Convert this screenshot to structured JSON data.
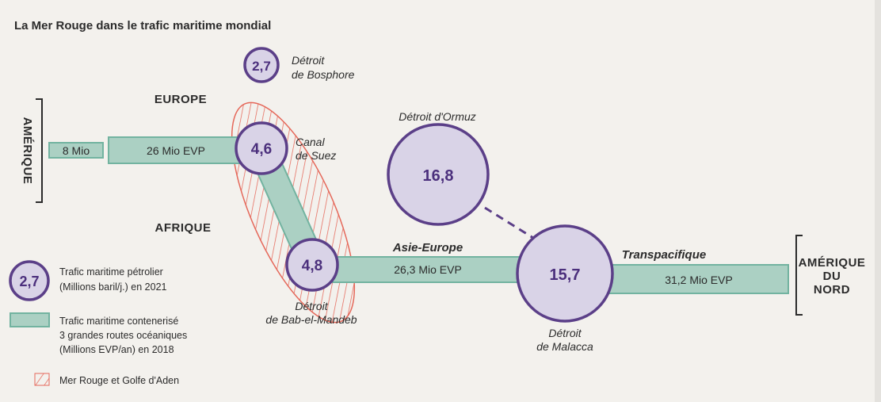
{
  "title": "La Mer Rouge dans le trafic maritime mondial",
  "regions": {
    "europe": "EUROPE",
    "afrique": "AFRIQUE",
    "amerique": "AMÉRIQUE",
    "amerique_nord": [
      "AMÉRIQUE",
      "DU",
      "NORD"
    ]
  },
  "straits": {
    "bosphore": {
      "value": "2,7",
      "label": [
        "Détroit",
        "de Bosphore"
      ]
    },
    "suez": {
      "value": "4,6",
      "label": [
        "Canal",
        "de Suez"
      ]
    },
    "bab": {
      "value": "4,8",
      "label": [
        "Détroit",
        "de Bab-el-Mandeb"
      ]
    },
    "ormuz": {
      "value": "16,8",
      "label": "Détroit d'Ormuz"
    },
    "malacca": {
      "value": "15,7",
      "label": [
        "Détroit",
        "de Malacca"
      ]
    }
  },
  "routes": {
    "amerique": "8 Mio",
    "europe": "26 Mio EVP",
    "asie_europe": {
      "name": "Asie-Europe",
      "value": "26,3 Mio EVP"
    },
    "transpacifique": {
      "name": "Transpacifique",
      "value": "31,2 Mio EVP"
    }
  },
  "legend": {
    "oil": {
      "sample": "2,7",
      "lines": [
        "Trafic maritime pétrolier",
        "(Millions baril/j.) en 2021"
      ]
    },
    "container": {
      "lines": [
        "Trafic maritime contenerisé",
        "3 grandes routes océaniques",
        "(Millions EVP/an) en 2018"
      ]
    },
    "zone": "Mer Rouge et Golfe d'Aden"
  },
  "colors": {
    "background": "#f3f1ed",
    "route": "#abd0c3",
    "circle": "#d9d3e7",
    "circle_stroke": "#5b3f88",
    "hatch": "#e5685a"
  }
}
